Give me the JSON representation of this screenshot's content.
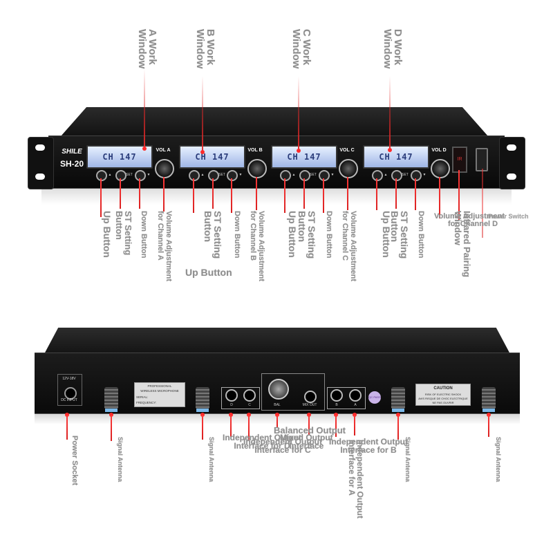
{
  "device": {
    "brand": "SHILE",
    "model": "SH-20",
    "lcd_text": "CH 147",
    "channels": [
      "A",
      "B",
      "C",
      "D"
    ],
    "volume_label_prefix": "VOL",
    "button_tiny_labels": [
      "▲",
      "SET",
      "▼"
    ],
    "pairing_window_text": "IR",
    "rear_power_label": "12V-18V",
    "rear_power_sub": "DC INPUT",
    "info_plate": {
      "title": "PROFESSIONAL",
      "subtitle": "WIRELESS MICROPHONE",
      "serial": "SERIAL:",
      "frequency": "FREQUENCY:"
    },
    "socket_pairs": [
      [
        "D",
        "C"
      ],
      [
        "B",
        "A"
      ]
    ],
    "xlr_label": "BAL",
    "mix_out": "MIX OUT",
    "qc_badge": "QC PASS",
    "caution": {
      "title": "CAUTION",
      "line1": "RISK OF ELECTRIC SHOCK",
      "line2": "AVIS RISQUE DE CHOC ELECTRIQUE",
      "line3": "NE PAS OUVRIR"
    }
  },
  "callouts_top": {
    "a_work_window": [
      "A Work",
      "Window"
    ],
    "b_work_window": [
      "B Work",
      "Window"
    ],
    "c_work_window": [
      "C Work",
      "Window"
    ],
    "d_work_window": [
      "D Work",
      "Window"
    ]
  },
  "callouts_front": {
    "up_button": "Up Button",
    "st_setting_button": [
      "ST Setting",
      "Button"
    ],
    "down_button": "Down Button",
    "volume_a": [
      "Volume Adjustment",
      "for Channel A"
    ],
    "volume_b": [
      "Volume Adjustment",
      "for Channel B"
    ],
    "volume_c": [
      "Volume Adjustment",
      "for Channel C"
    ],
    "volume_d": [
      "Volume Adjustment",
      "for Channel D"
    ],
    "up_button_horizontal": "Up Button",
    "infrared_pairing": [
      "Infrared Pairing",
      "Window"
    ],
    "power_switch": "Power Switch"
  },
  "callouts_rear": {
    "power_socket": "Power Socket",
    "signal_antenna": "Signal Antenna",
    "balanced_output": [
      "Balanced Output",
      "Interface"
    ],
    "mixed_output": [
      "Mixed Output",
      "Interface"
    ],
    "independent_d": [
      "Independent Output",
      "Interface for D"
    ],
    "independent_c": [
      "Independent Output",
      "Interface for C"
    ],
    "independent_b": [
      "Independent Output",
      "Interface for B"
    ],
    "independent_a": [
      "Independent Output",
      "Interface for A"
    ]
  },
  "colors": {
    "callout_line": "#ff2a2a",
    "label_text": "#8e8e8e",
    "device_body": "#111111",
    "lcd": "#c9d8f7"
  }
}
